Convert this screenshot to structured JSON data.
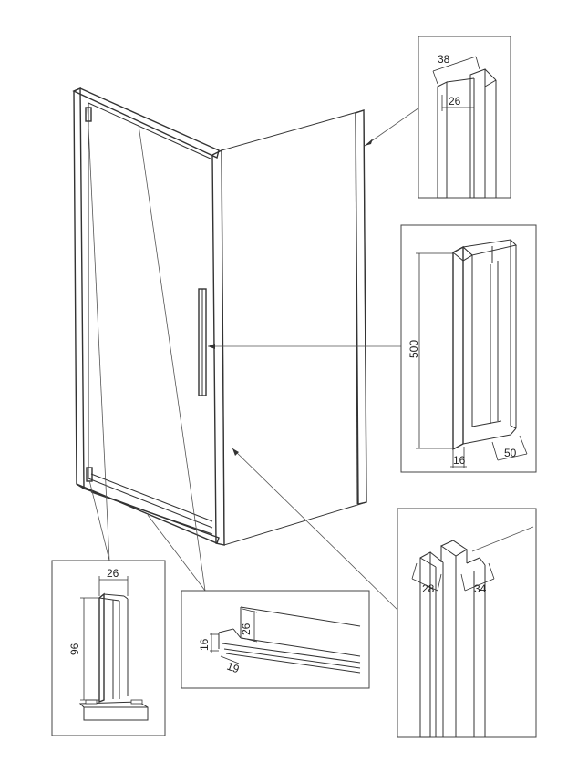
{
  "callouts": {
    "top_profile": {
      "outer_width": "38",
      "inner_width": "26"
    },
    "handle": {
      "height": "500",
      "bar": "16",
      "offset": "50"
    },
    "wall_profile": {
      "width_a": "28",
      "width_b": "34"
    },
    "bottom_profile": {
      "height": "26",
      "depth": "16",
      "seal": "19"
    },
    "hinge": {
      "width": "26",
      "height": "96"
    }
  }
}
